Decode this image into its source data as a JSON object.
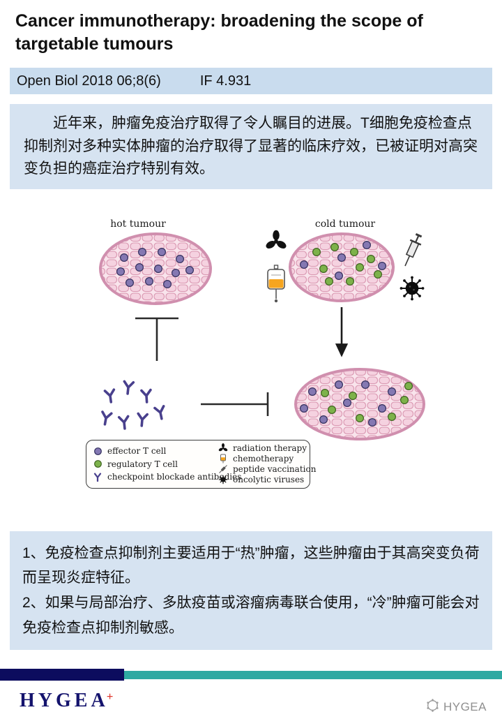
{
  "header": {
    "title": "Cancer immunotherapy: broadening the scope of targetable tumours"
  },
  "pub_bar": {
    "journal": "Open Biol 2018 06;8(6)",
    "impact_factor": "IF 4.931"
  },
  "abstract": {
    "text": "近年来，肿瘤免疫治疗取得了令人瞩目的进展。T细胞免疫检查点抑制剂对多种实体肿瘤的治疗取得了显著的临床疗效，已被证明对高突变负担的癌症治疗特别有效。"
  },
  "figure": {
    "hot_label": "hot tumour",
    "cold_label": "cold tumour",
    "legend": [
      {
        "icon": "effector-t-cell",
        "label": "effector T cell"
      },
      {
        "icon": "regulatory-t-cell",
        "label": "regulatory T cell"
      },
      {
        "icon": "checkpoint-blockade-antibody",
        "label": "checkpoint blockade antibodies"
      },
      {
        "icon": "radiation-therapy",
        "label": "radiation therapy"
      },
      {
        "icon": "chemotherapy",
        "label": "chemotherapy"
      },
      {
        "icon": "peptide-vaccination",
        "label": "peptide vaccination"
      },
      {
        "icon": "oncolytic-viruses",
        "label": "oncolytic viruses"
      }
    ]
  },
  "summary": {
    "point1": "1、免疫检查点抑制剂主要适用于“热”肿瘤，这些肿瘤由于其高突变负荷而呈现炎症特征。",
    "point2": "2、如果与局部治疗、多肽疫苗或溶瘤病毒联合使用，“冷”肿瘤可能会对免疫检查点抑制剂敏感。"
  },
  "footer": {
    "logo_text": "HYGEA",
    "logo_plus": "+",
    "watermark_text": "HYGEA"
  },
  "colors": {
    "pub_bar_bg": "#c9dcee",
    "box_bg": "#d6e3f1",
    "navy_bar": "#0c0c5e",
    "teal_bar": "#2ea9a2",
    "logo_navy": "#14136d",
    "logo_red": "#e03a2f",
    "effector_purple": "#8478b2",
    "regulatory_green": "#7db24a",
    "antibody_purple": "#49408d",
    "chemo_orange": "#f6a51f"
  }
}
